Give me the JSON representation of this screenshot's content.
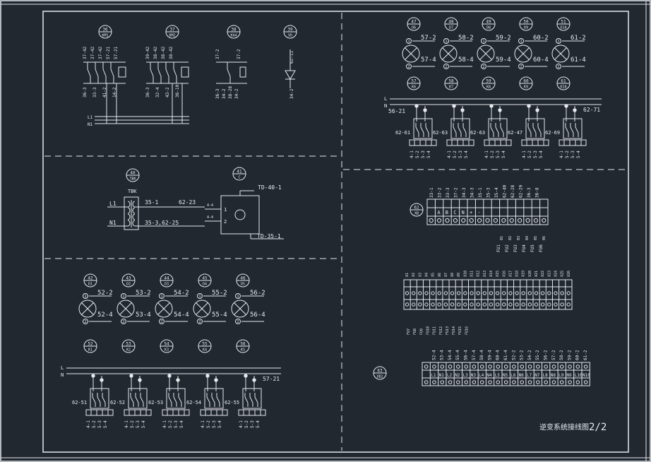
{
  "drawing_title": "逆变系统接线图",
  "sheet_number": "2/2",
  "top_left": {
    "relays": [
      {
        "num": "36",
        "code": "KM1"
      },
      {
        "num": "37",
        "code": "KM2"
      },
      {
        "num": "38",
        "code": "KA4"
      },
      {
        "num": "39",
        "code": "VD"
      }
    ],
    "relay1_pins": [
      "37-42",
      "37-42",
      "37-42",
      "57-21",
      "57-21"
    ],
    "relay1_lower": [
      "36-3",
      "33-3",
      "41-2",
      "14-2"
    ],
    "relay2_pins": [
      "39-42",
      "38-42",
      "38-42",
      "38-42"
    ],
    "relay2_lower": [
      "36-3",
      "32-4",
      "43-2",
      "36-10"
    ],
    "relay3_pins": [
      "37-2",
      "37-2"
    ],
    "relay3_lower": [
      "36-3",
      "34-2",
      "38-28",
      "34-2"
    ],
    "diode_top": "62-11",
    "diode_bottom": "34-2",
    "bus": [
      "L1",
      "N1"
    ]
  },
  "mid_left": {
    "transformer": {
      "num": "40",
      "code": "TBK",
      "label": "TBK",
      "in_top": "L1",
      "in_bottom": "N1",
      "out_top": "35-1",
      "out_top_suffix": "62-23",
      "out_bottom": "35-3,62-25"
    },
    "meter": {
      "num": "41",
      "code": "C",
      "top": "TD-40-1",
      "bottom": "TD-35-1",
      "pin1": "1",
      "pin2": "2",
      "side1": "4-4",
      "side2": "4-4"
    }
  },
  "bottom_left": {
    "lamps": [
      {
        "num": "42",
        "code": "D1",
        "top": "52-2",
        "bottom": "52-4"
      },
      {
        "num": "43",
        "code": "D2",
        "top": "53-2",
        "bottom": "53-4"
      },
      {
        "num": "44",
        "code": "D3",
        "top": "54-2",
        "bottom": "54-4"
      },
      {
        "num": "45",
        "code": "D4",
        "top": "55-2",
        "bottom": "55-4"
      },
      {
        "num": "46",
        "code": "D5",
        "top": "56-2",
        "bottom": "56-4"
      }
    ],
    "switches": [
      {
        "num": "52",
        "code": "K1",
        "side": "62-51"
      },
      {
        "num": "53",
        "code": "K2",
        "side": "62-52"
      },
      {
        "num": "54",
        "code": "K3",
        "side": "62-53"
      },
      {
        "num": "55",
        "code": "K4",
        "side": "62-54"
      },
      {
        "num": "56",
        "code": "K5",
        "side": "62-55"
      }
    ],
    "bus": [
      "L",
      "N"
    ],
    "bus_right": "57-21"
  },
  "top_right": {
    "lamps": [
      {
        "num": "47",
        "code": "D6",
        "top": "57-2",
        "bottom": "57-4"
      },
      {
        "num": "48",
        "code": "D7",
        "top": "58-2",
        "bottom": "58-4"
      },
      {
        "num": "49",
        "code": "D8",
        "top": "59-2",
        "bottom": "59-4"
      },
      {
        "num": "50",
        "code": "D9",
        "top": "60-2",
        "bottom": "60-4"
      },
      {
        "num": "51",
        "code": "D10",
        "top": "61-2",
        "bottom": "61-4"
      }
    ],
    "switches": [
      {
        "num": "57",
        "code": "K6",
        "side": "62-61"
      },
      {
        "num": "58",
        "code": "K7",
        "side": "62-63"
      },
      {
        "num": "59",
        "code": "K8",
        "side": "62-63"
      },
      {
        "num": "60",
        "code": "K9",
        "side": "62-47"
      },
      {
        "num": "61",
        "code": "K10",
        "side": "62-69"
      }
    ],
    "bus": [
      "L",
      "N"
    ],
    "bus_left": "56-21",
    "bus_right": "62-71"
  },
  "right_block": {
    "terminal": {
      "num": "62",
      "code": "XB"
    },
    "top_labels": [
      "33-1",
      "33-2",
      "33-3",
      "37-2",
      "34-3",
      "34-3",
      "35-1",
      "35-3",
      "35-4",
      "62-40",
      "62-28",
      "62-29",
      "36-3",
      "36-8"
    ],
    "row_letters": [
      "A",
      "B",
      "C",
      "N",
      "+",
      "-"
    ],
    "fuse_labels": [
      "FU1",
      "FU2",
      "FU3",
      "FU4",
      "FU5",
      "FU6"
    ],
    "terminal2": {
      "num": "63",
      "code": "XB2"
    },
    "bottom_top_labels": [
      "52-4",
      "53-4",
      "54-4",
      "55-4",
      "56-4",
      "57-4",
      "58-4",
      "59-4",
      "60-4",
      "61-4",
      "52-2",
      "53-2",
      "54-2",
      "55-2",
      "56-2",
      "57-2",
      "58-2",
      "59-2",
      "60-2",
      "61-2"
    ],
    "bottom_row": [
      "L1",
      "N1",
      "L2",
      "N2",
      "L3",
      "N3",
      "L4",
      "N4",
      "L5",
      "N5",
      "L6",
      "N6",
      "L7",
      "N7",
      "L8",
      "N8",
      "L9",
      "N9",
      "L10",
      "N10"
    ]
  }
}
